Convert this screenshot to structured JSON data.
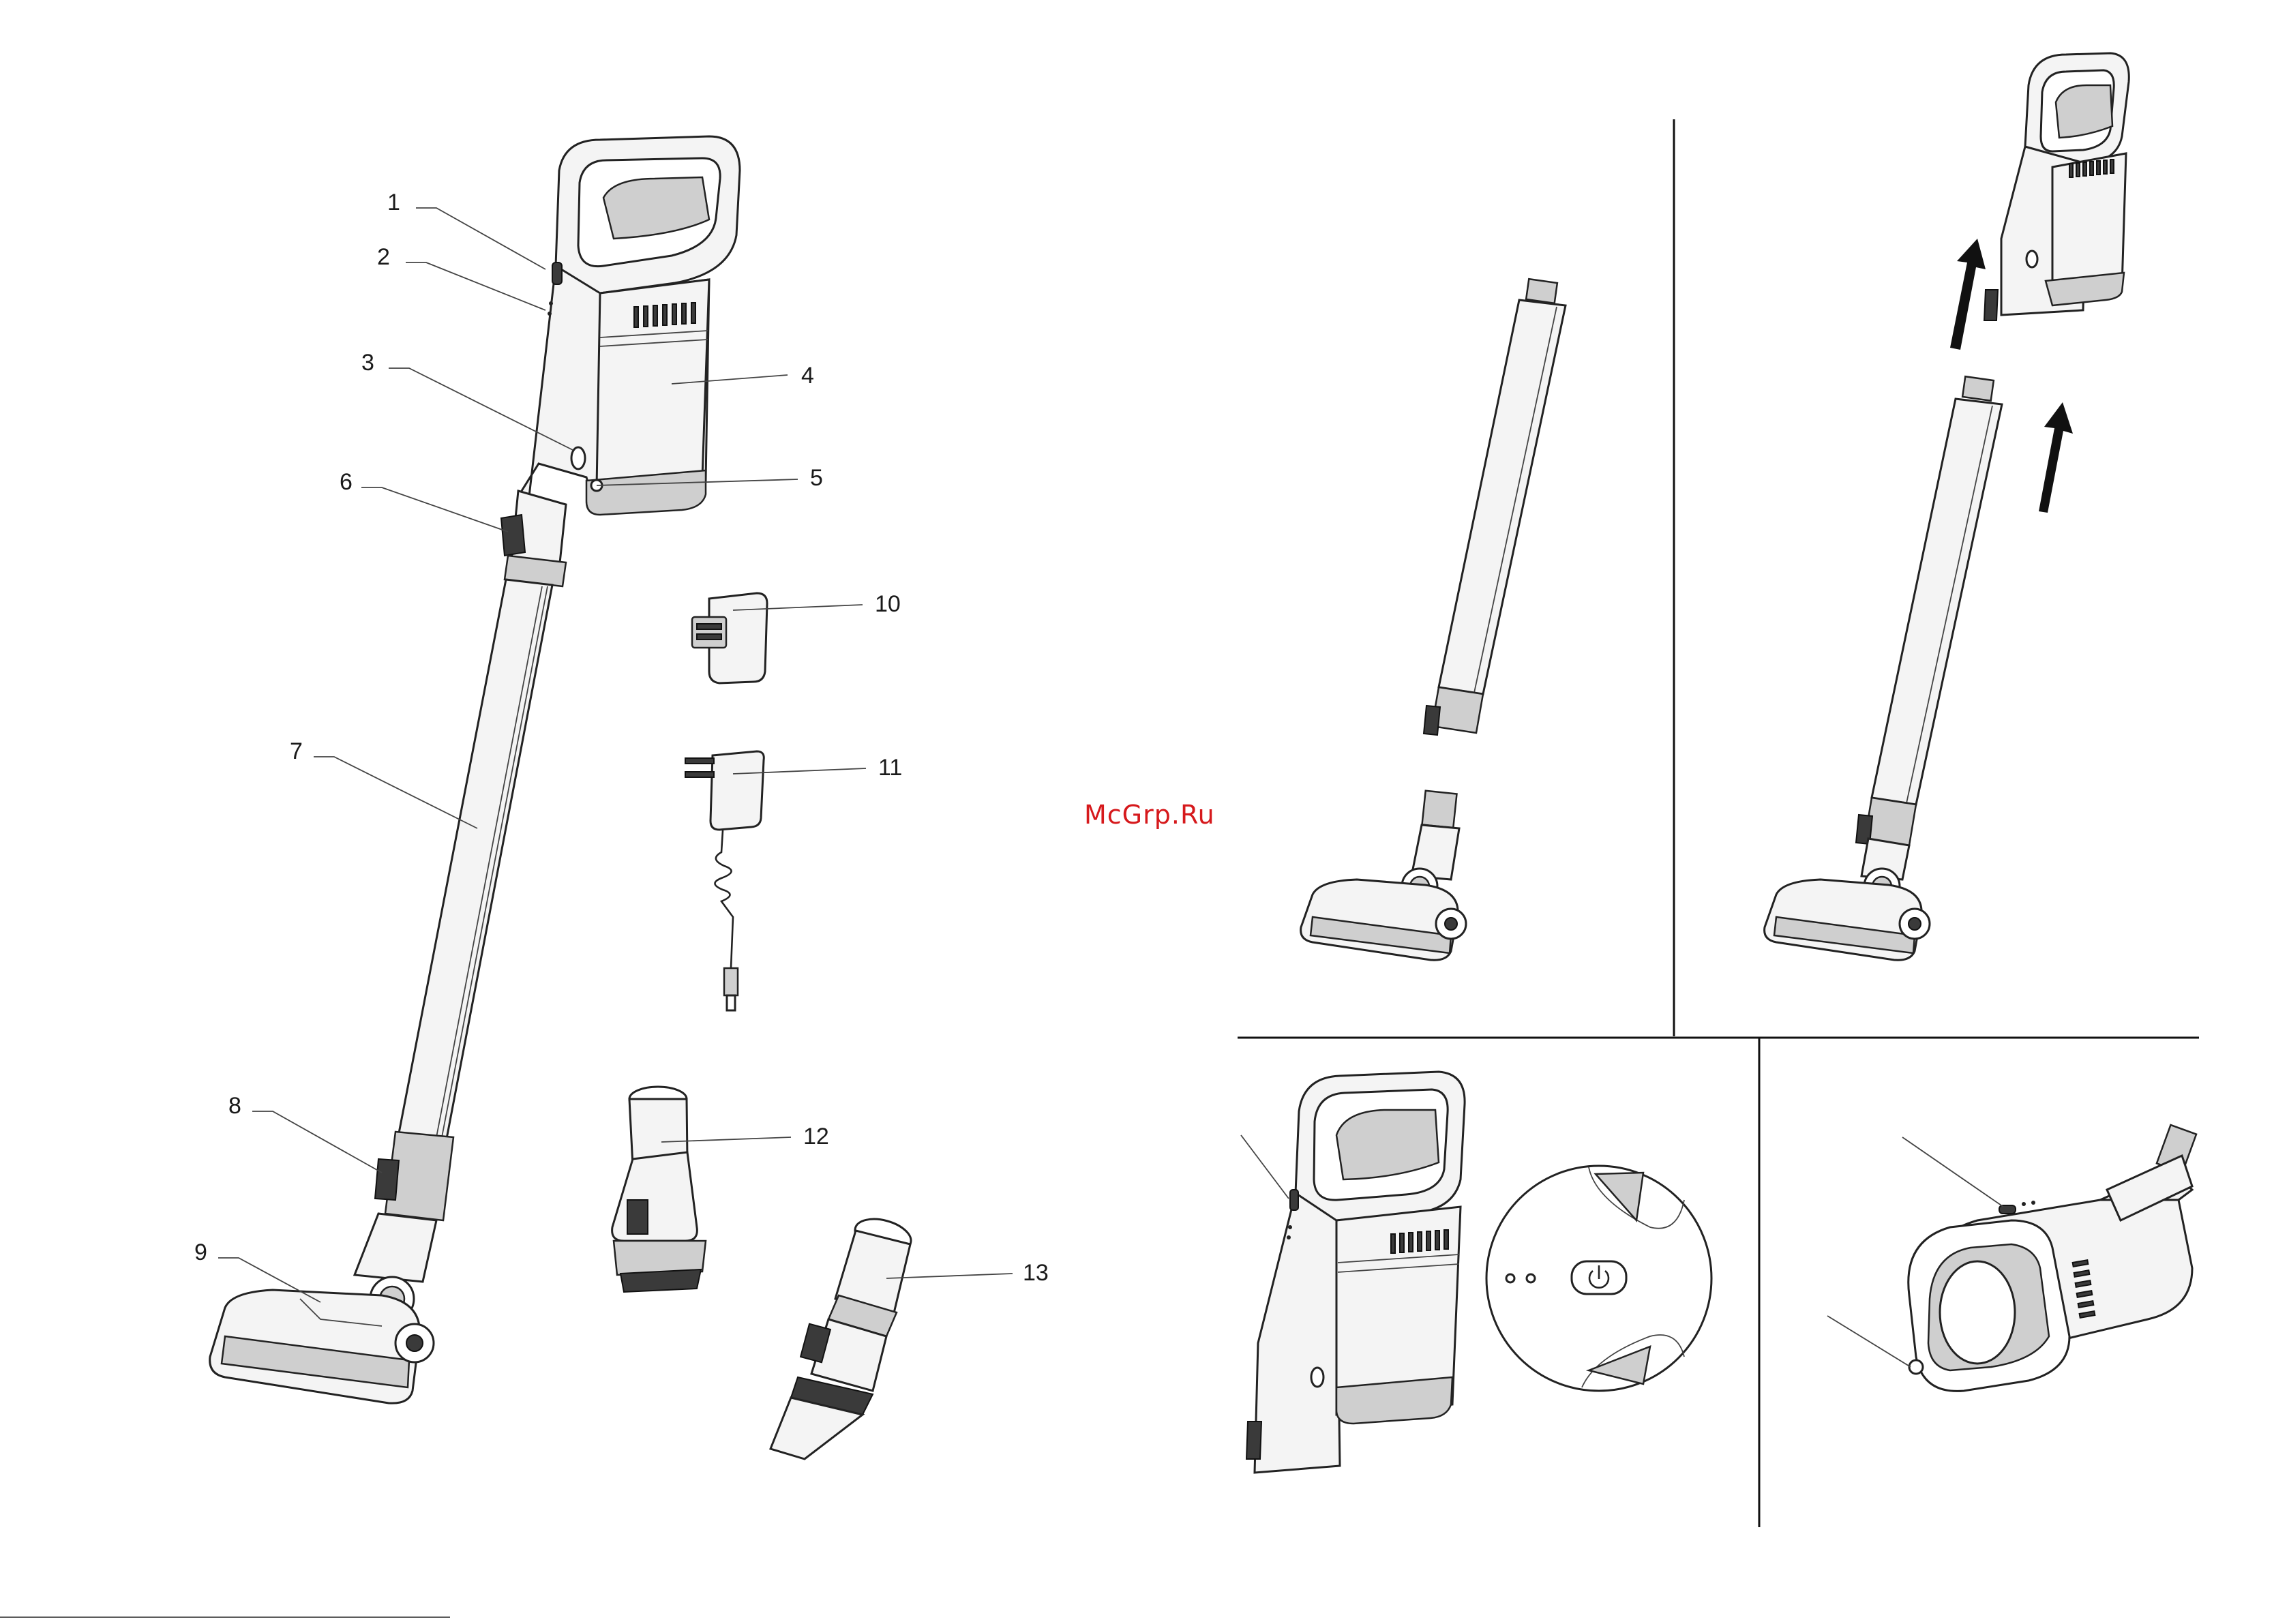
{
  "watermark": "McGrp.Ru",
  "callouts": [
    {
      "id": "1",
      "label": "1"
    },
    {
      "id": "2",
      "label": "2"
    },
    {
      "id": "3",
      "label": "3"
    },
    {
      "id": "4",
      "label": "4"
    },
    {
      "id": "5",
      "label": "5"
    },
    {
      "id": "6",
      "label": "6"
    },
    {
      "id": "7",
      "label": "7"
    },
    {
      "id": "8",
      "label": "8"
    },
    {
      "id": "9",
      "label": "9"
    },
    {
      "id": "10",
      "label": "10"
    },
    {
      "id": "11",
      "label": "11"
    },
    {
      "id": "12",
      "label": "12"
    },
    {
      "id": "13",
      "label": "13"
    }
  ],
  "panels": [
    {
      "id": "exploded-view",
      "name": "product-overview"
    },
    {
      "id": "assembly-step-1",
      "name": "tube-and-floor-head"
    },
    {
      "id": "assembly-step-2",
      "name": "attach-main-unit"
    },
    {
      "id": "power-detail",
      "name": "power-button-detail"
    },
    {
      "id": "handheld-mode",
      "name": "handheld-unit"
    }
  ],
  "icons": {
    "arrow": "up-arrow-icon",
    "power": "power-icon"
  },
  "colors": {
    "line": "#222222",
    "watermark": "#d6191c",
    "background": "#ffffff"
  }
}
